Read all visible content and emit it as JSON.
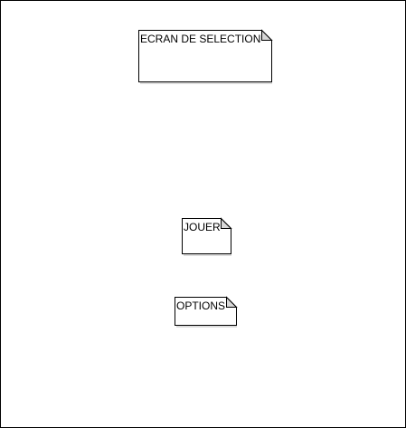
{
  "diagram": {
    "notes": [
      {
        "id": "title",
        "label": "ECRAN DE SELECTION"
      },
      {
        "id": "jouer",
        "label": "JOUER"
      },
      {
        "id": "options",
        "label": "OPTIONS"
      }
    ]
  },
  "colors": {
    "background": "#ffffff",
    "stroke": "#000000",
    "fold": "#d8d8d8",
    "shadow": "#9a9a9a"
  }
}
